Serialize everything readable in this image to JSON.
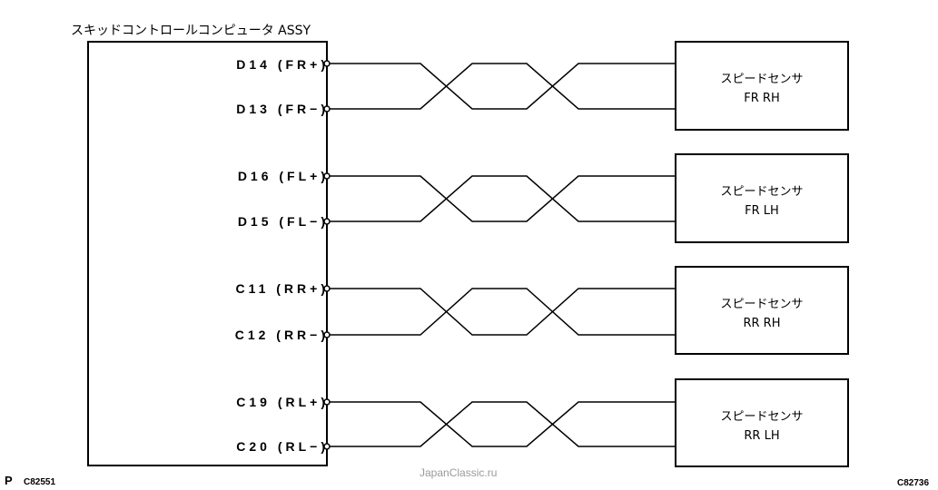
{
  "title": "スキッドコントロールコンピュータ ASSY",
  "pins": [
    {
      "label": "D14 (FR+)"
    },
    {
      "label": "D13 (FR−)"
    },
    {
      "label": "D16 (FL+)"
    },
    {
      "label": "D15 (FL−)"
    },
    {
      "label": "C11 (RR+)"
    },
    {
      "label": "C12 (RR−)"
    },
    {
      "label": "C19 (RL+)"
    },
    {
      "label": "C20 (RL−)"
    }
  ],
  "sensors": [
    {
      "name": "スピードセンサ",
      "position": "FR RH"
    },
    {
      "name": "スピードセンサ",
      "position": "FR LH"
    },
    {
      "name": "スピードセンサ",
      "position": "RR RH"
    },
    {
      "name": "スピードセンサ",
      "position": "RR LH"
    }
  ],
  "footer": {
    "prefix": "P",
    "left_code": "C82551",
    "watermark": "JapanClassic.ru",
    "right_code": "C82736"
  }
}
